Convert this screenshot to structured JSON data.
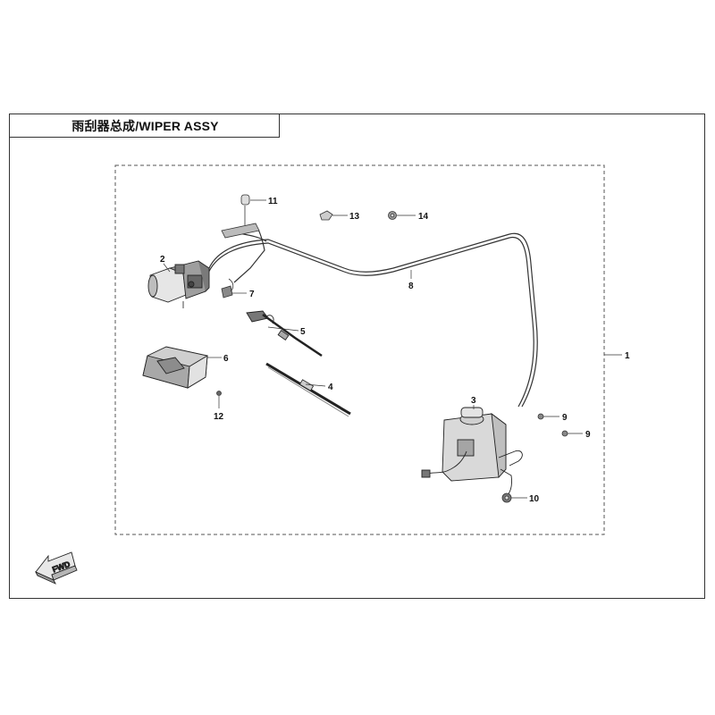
{
  "header": {
    "title": "雨刮器总成/WIPER ASSY"
  },
  "direction_marker": {
    "label": "FWD"
  },
  "callouts": [
    {
      "id": "1",
      "label": "1"
    },
    {
      "id": "2",
      "label": "2"
    },
    {
      "id": "3",
      "label": "3"
    },
    {
      "id": "4",
      "label": "4"
    },
    {
      "id": "5",
      "label": "5"
    },
    {
      "id": "6",
      "label": "6"
    },
    {
      "id": "7",
      "label": "7"
    },
    {
      "id": "8",
      "label": "8"
    },
    {
      "id": "9a",
      "label": "9"
    },
    {
      "id": "9b",
      "label": "9"
    },
    {
      "id": "10",
      "label": "10"
    },
    {
      "id": "11",
      "label": "11"
    },
    {
      "id": "12",
      "label": "12"
    },
    {
      "id": "13",
      "label": "13"
    },
    {
      "id": "14",
      "label": "14"
    }
  ]
}
